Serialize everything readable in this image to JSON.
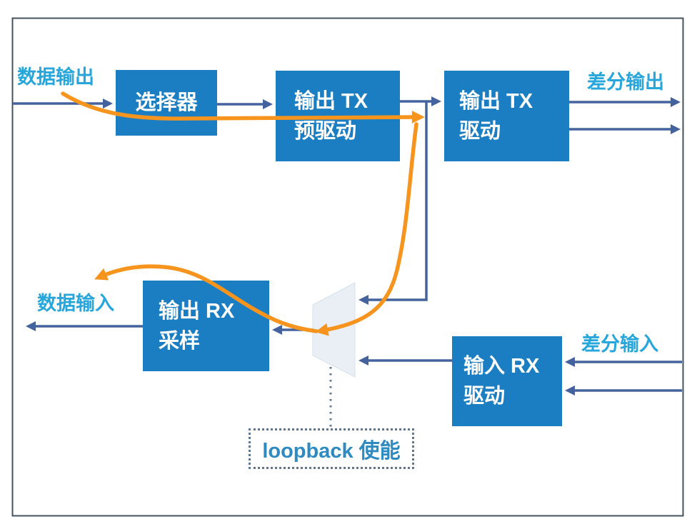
{
  "labels": {
    "data_output": "数据输出",
    "diff_output": "差分输出",
    "data_input": "数据输入",
    "diff_input": "差分输入",
    "loopback_enable": "loopback 使能"
  },
  "blocks": {
    "selector": {
      "label": "选择器"
    },
    "tx_predriver": {
      "line1": "输出 TX",
      "line2": "预驱动"
    },
    "tx_driver": {
      "line1": "输出 TX",
      "line2": "驱动"
    },
    "rx_sampler": {
      "line1": "输出 RX",
      "line2": "采样"
    },
    "rx_driver": {
      "line1": "输入 RX",
      "line2": "驱动"
    }
  },
  "colors": {
    "box_blue": "#1b7ec2",
    "arrow_blue": "#44639e",
    "orange": "#f7941e",
    "label_cyan": "#26a6da",
    "loopback_text": "#2e8ac0",
    "mux_fill": "#e9eff4",
    "frame_border": "#44535c",
    "dot_color": "#5c7693"
  }
}
